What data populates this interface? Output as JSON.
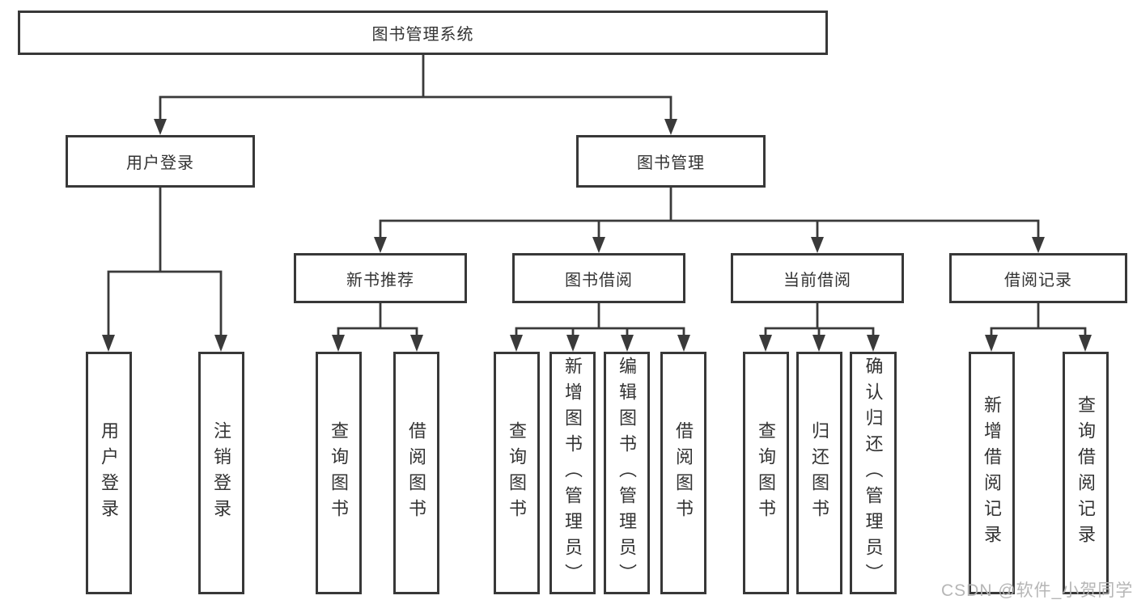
{
  "tree": {
    "root": {
      "label": "图书管理系统"
    },
    "branches": [
      {
        "label": "用户登录",
        "children": [
          {
            "label": "用户登录"
          },
          {
            "label": "注销登录"
          }
        ]
      },
      {
        "label": "图书管理",
        "children": [
          {
            "label": "新书推荐",
            "children": [
              {
                "label": "查询图书"
              },
              {
                "label": "借阅图书"
              }
            ]
          },
          {
            "label": "图书借阅",
            "children": [
              {
                "label": "查询图书"
              },
              {
                "label": "新增图书（管理员）"
              },
              {
                "label": "编辑图书（管理员）"
              },
              {
                "label": "借阅图书"
              }
            ]
          },
          {
            "label": "当前借阅",
            "children": [
              {
                "label": "查询图书"
              },
              {
                "label": "归还图书"
              },
              {
                "label": "确认归还（管理员）"
              }
            ]
          },
          {
            "label": "借阅记录",
            "children": [
              {
                "label": "新增借阅记录"
              },
              {
                "label": "查询借阅记录"
              }
            ]
          }
        ]
      }
    ]
  },
  "watermark": "CSDN @软件_小贺同学",
  "colors": {
    "line": "#3a3a3a",
    "border": "#383838",
    "text": "#333333",
    "watermark": "#b2b2b2",
    "background": "#ffffff"
  }
}
